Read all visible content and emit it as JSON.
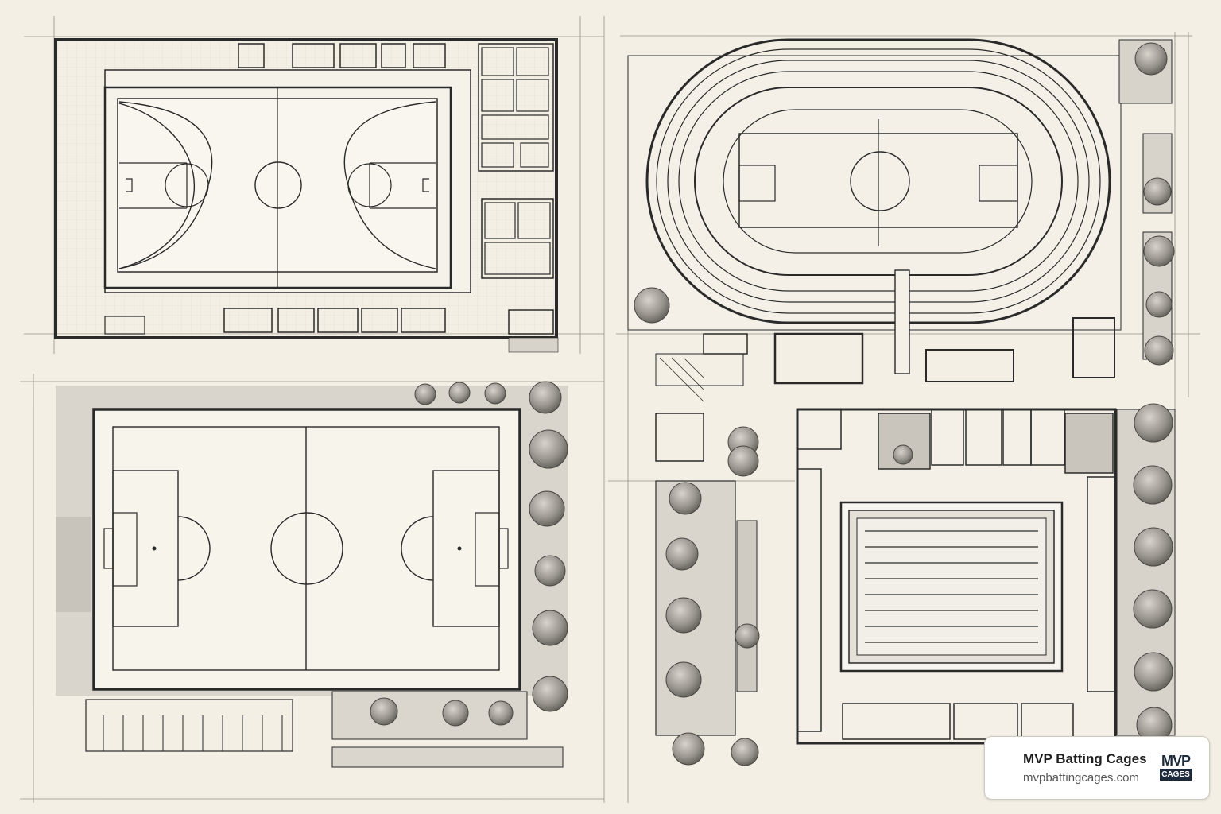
{
  "brand": {
    "name": "MVP Batting Cages",
    "url": "mvpbattingcages.com",
    "logo_top": "MVP",
    "logo_bottom": "CAGES"
  },
  "palette": {
    "paper": "#f3efe5",
    "ink": "#2a2a2a",
    "shade": "#d7d3ca",
    "tree": "#8a8680"
  }
}
